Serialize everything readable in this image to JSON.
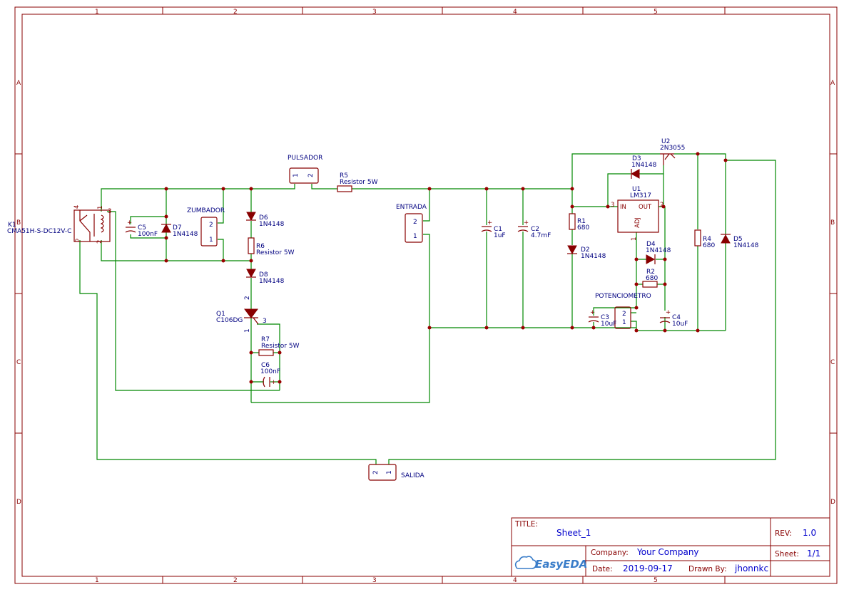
{
  "frame": {
    "columns": [
      "1",
      "2",
      "3",
      "4",
      "5"
    ],
    "rows": [
      "A",
      "B",
      "C",
      "D"
    ]
  },
  "title_block": {
    "title_label": "TITLE:",
    "title_value": "Sheet_1",
    "rev_label": "REV:",
    "rev_value": "1.0",
    "company_label": "Company:",
    "company_value": "Your Company",
    "sheet_label": "Sheet:",
    "sheet_value": "1/1",
    "date_label": "Date:",
    "date_value": "2019-09-17",
    "drawn_label": "Drawn By:",
    "drawn_value": "jhonnkc",
    "logo_text": "EasyEDA"
  },
  "components": {
    "k1": {
      "ref": "K1",
      "value": "CMA51H-S-DC12V-C",
      "pins": [
        "4",
        "1",
        "3",
        "5",
        "2"
      ]
    },
    "c5": {
      "ref": "C5",
      "value": "100nF"
    },
    "d7": {
      "ref": "D7",
      "value": "1N4148"
    },
    "zumbador": {
      "ref": "ZUMBADOR",
      "pins": [
        "2",
        "1"
      ]
    },
    "d6": {
      "ref": "D6",
      "value": "1N4148"
    },
    "r6": {
      "ref": "R6",
      "value": "Resistor 5W"
    },
    "d8": {
      "ref": "D8",
      "value": "1N4148"
    },
    "q1": {
      "ref": "Q1",
      "value": "C106DG",
      "pins": [
        "2",
        "1",
        "3"
      ]
    },
    "r7": {
      "ref": "R7",
      "value": "Resistor 5W"
    },
    "c6": {
      "ref": "C6",
      "value": "100nF"
    },
    "pulsador": {
      "ref": "PULSADOR",
      "pins": [
        "1",
        "2"
      ]
    },
    "r5": {
      "ref": "R5",
      "value": "Resistor 5W"
    },
    "entrada": {
      "ref": "ENTRADA",
      "pins": [
        "2",
        "1"
      ]
    },
    "c1": {
      "ref": "C1",
      "value": "1uF"
    },
    "c2": {
      "ref": "C2",
      "value": "4.7mF"
    },
    "r1": {
      "ref": "R1",
      "value": "680"
    },
    "d2": {
      "ref": "D2",
      "value": "1N4148"
    },
    "u2": {
      "ref": "U2",
      "value": "2N3055"
    },
    "d3": {
      "ref": "D3",
      "value": "1N4148"
    },
    "u1": {
      "ref": "U1",
      "value": "LM317",
      "pin_in": "IN",
      "pin_out": "OUT",
      "pin_adj": "ADJ",
      "pins": [
        "3",
        "2",
        "1"
      ]
    },
    "d4": {
      "ref": "D4",
      "value": "1N4148"
    },
    "r2": {
      "ref": "R2",
      "value": "680"
    },
    "potenciometro": {
      "ref": "POTENCIOMETRO",
      "pins": [
        "2",
        "1"
      ]
    },
    "c3": {
      "ref": "C3",
      "value": "10uF"
    },
    "c4": {
      "ref": "C4",
      "value": "10uF"
    },
    "r4": {
      "ref": "R4",
      "value": "680"
    },
    "d5": {
      "ref": "D5",
      "value": "1N4148"
    },
    "salida": {
      "ref": "SALIDA",
      "pins": [
        "2",
        "1"
      ]
    }
  }
}
